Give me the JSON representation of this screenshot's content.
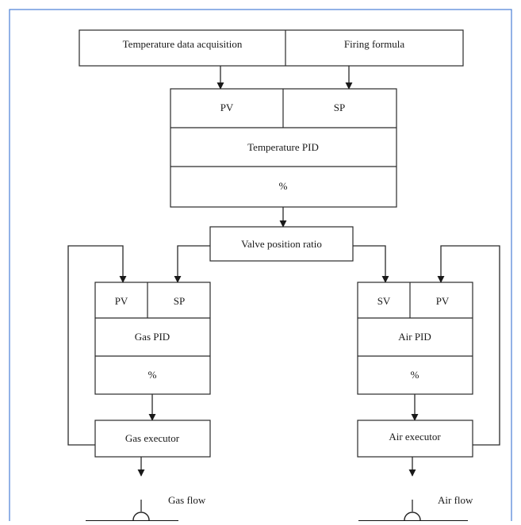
{
  "source": {
    "acquisition": "Temperature data acquisition",
    "formula": "Firing formula"
  },
  "temperature_pid": {
    "pv": "PV",
    "sp": "SP",
    "title": "Temperature PID",
    "output": "%"
  },
  "ratio": {
    "label": "Valve position ratio"
  },
  "gas_pid": {
    "pv": "PV",
    "sp": "SP",
    "title": "Gas PID",
    "output": "%"
  },
  "air_pid": {
    "sv": "SV",
    "pv": "PV",
    "title": "Air PID",
    "output": "%"
  },
  "gas_executor": {
    "label": "Gas executor"
  },
  "air_executor": {
    "label": "Air executor"
  },
  "gas_flow": {
    "label": "Gas flow"
  },
  "air_flow": {
    "label": "Air flow"
  },
  "colors": {
    "frame": "#4a7fd6",
    "lines": "#2a2a2a"
  }
}
